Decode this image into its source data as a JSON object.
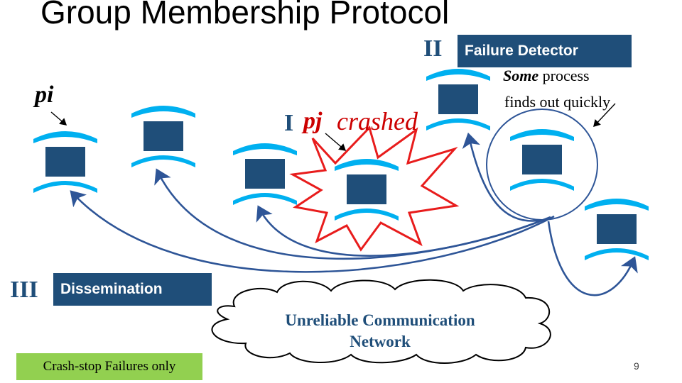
{
  "slide": {
    "title": "Group Membership Protocol",
    "page_number": "9"
  },
  "labels": {
    "pi": "pi",
    "pj": "pj",
    "crashed": "crashed",
    "step1": "I",
    "step2": "II",
    "step3": "III",
    "failure_detector": "Failure Detector",
    "dissemination": "Dissemination",
    "some_word": "Some",
    "some_rest": " process",
    "finds_out": "finds out quickly",
    "network_line1": "Unreliable Communication",
    "network_line2": "Network",
    "footer_note": "Crash-stop Failures only"
  },
  "colors": {
    "process_box": "#1f4e79",
    "process_arc": "#00b0f0",
    "arrow": "#2e5597",
    "crash_star": "#e81c1c",
    "tag_bg": "#1f4e79",
    "footer_bg": "#92d050"
  }
}
